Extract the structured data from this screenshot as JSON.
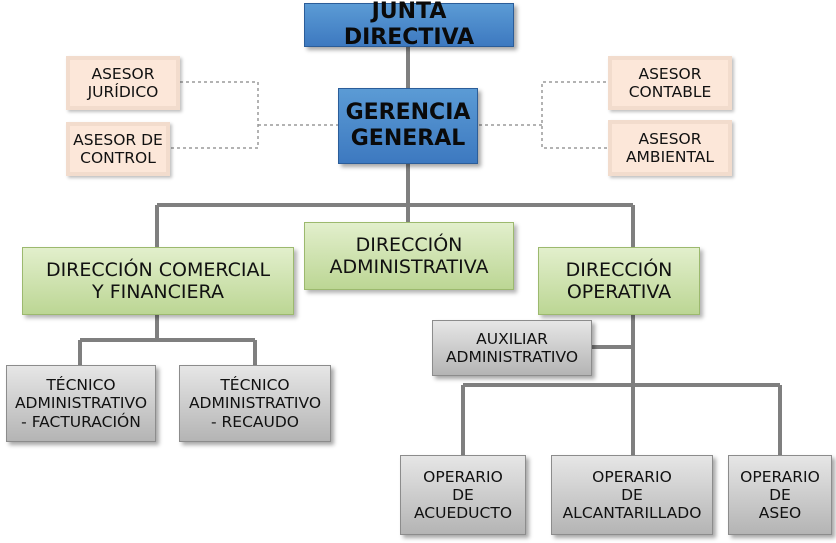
{
  "colors": {
    "board": "#4a86cf",
    "direction": "#cfe3ad",
    "advisor": "#fce7d9",
    "staff": "#c8c8c8",
    "connector": "#7f7f7f"
  },
  "junta": "JUNTA DIRECTIVA",
  "gerencia": "GERENCIA\nGENERAL",
  "asesores": {
    "juridico": "ASESOR\nJURÍDICO",
    "control": "ASESOR DE\nCONTROL",
    "contable": "ASESOR\nCONTABLE",
    "ambiental": "ASESOR\nAMBIENTAL"
  },
  "direcciones": {
    "comercial": "DIRECCIÓN COMERCIAL\nY FINANCIERA",
    "administrativa": "DIRECCIÓN\nADMINISTRATIVA",
    "operativa": "DIRECCIÓN\nOPERATIVA"
  },
  "tecnicos": {
    "facturacion": "TÉCNICO\nADMINISTRATIVO\n- FACTURACIÓN",
    "recaudo": "TÉCNICO\nADMINISTRATIVO\n- RECAUDO"
  },
  "auxiliar": "AUXILIAR\nADMINISTRATIVO",
  "operarios": {
    "acueducto": "OPERARIO\nDE\nACUEDUCTO",
    "alcantarillado": "OPERARIO\nDE\nALCANTARILLADO",
    "aseo": "OPERARIO\nDE\nASEO"
  }
}
